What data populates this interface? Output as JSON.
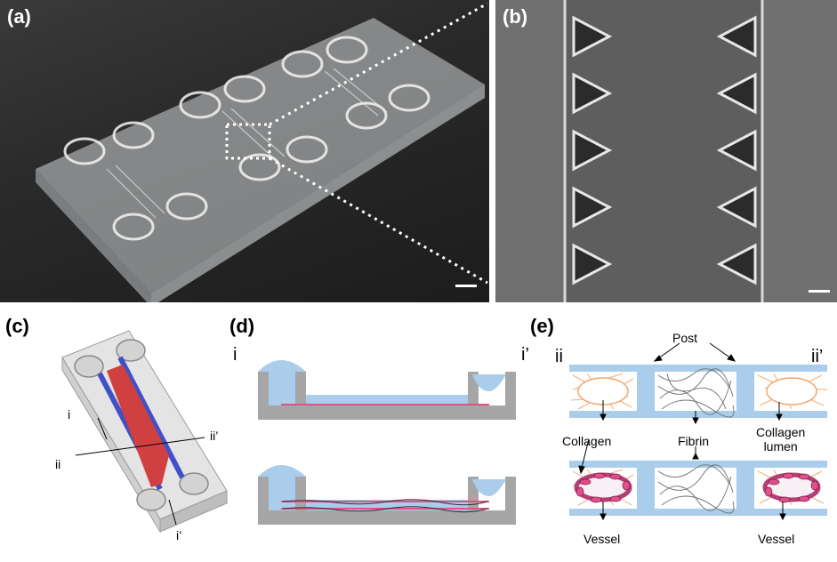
{
  "panels": {
    "a": {
      "label": "(a)"
    },
    "b": {
      "label": "(b)"
    },
    "c": {
      "label": "(c)",
      "markers": {
        "i": "i",
        "i_prime": "i’",
        "ii": "ii",
        "ii_prime": "ii’"
      }
    },
    "d": {
      "label": "(d)",
      "left_marker": "i",
      "right_marker": "i’"
    },
    "e": {
      "label": "(e)",
      "left_marker": "ii",
      "right_marker": "ii’",
      "annotations": {
        "post": "Post",
        "collagen": "Collagen",
        "fibrin": "Fibrin",
        "collagen_lumen_1": "Collagen",
        "collagen_lumen_2": "lumen",
        "vessel_left": "Vessel",
        "vessel_right": "Vessel"
      }
    }
  },
  "colors": {
    "medium_blue": "#a9cdea",
    "chip_gray": "#a6a6a6",
    "vessel_pink": "#e0508a",
    "collagen_orange": "#f2a46a",
    "fibrin_gray": "#6e6e6e"
  }
}
